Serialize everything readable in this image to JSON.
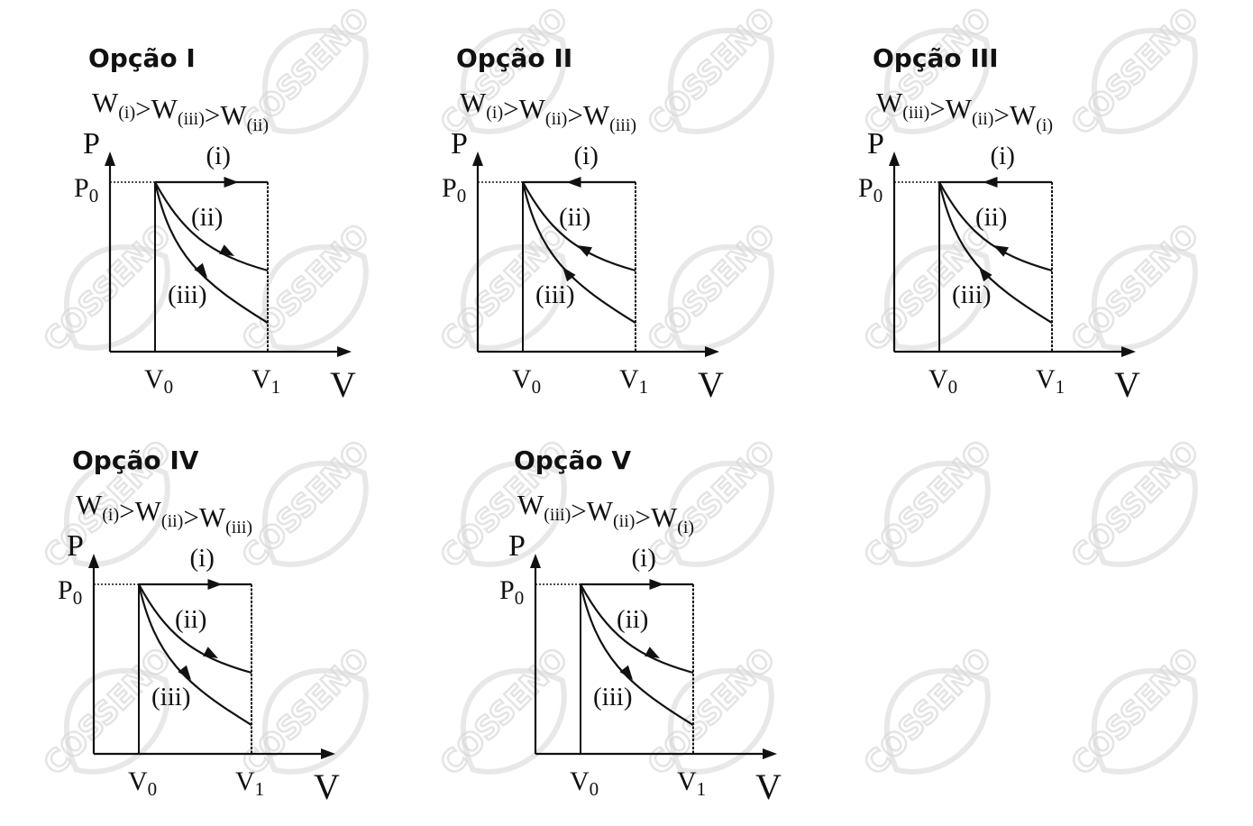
{
  "watermark": {
    "text": "COSSENO",
    "color": "#d9d9d9"
  },
  "axes": {
    "y_label": "P",
    "x_label": "V",
    "p0_label": "P",
    "p0_sub": "0",
    "v0_label": "V",
    "v0_sub": "0",
    "v1_label": "V",
    "v1_sub": "1"
  },
  "process_labels": {
    "i": "(i)",
    "ii": "(ii)",
    "iii": "(iii)"
  },
  "options": [
    {
      "title": "Opção I",
      "relation": [
        {
          "base": "W",
          "sub": "(i)"
        },
        {
          "op": ">"
        },
        {
          "base": "W",
          "sub": "(iii)"
        },
        {
          "op": ">"
        },
        {
          "base": "W",
          "sub": "(ii)"
        }
      ]
    },
    {
      "title": "Opção II",
      "relation": [
        {
          "base": "W",
          "sub": "(i)"
        },
        {
          "op": ">"
        },
        {
          "base": "W",
          "sub": "(ii)"
        },
        {
          "op": ">"
        },
        {
          "base": "W",
          "sub": "(iii)"
        }
      ]
    },
    {
      "title": "Opção III",
      "relation": [
        {
          "base": "W",
          "sub": "(iii)"
        },
        {
          "op": ">"
        },
        {
          "base": "W",
          "sub": "(ii)"
        },
        {
          "op": ">"
        },
        {
          "base": "W",
          "sub": "(i)"
        }
      ]
    },
    {
      "title": "Opção IV",
      "relation": [
        {
          "base": "W",
          "sub": "(i)"
        },
        {
          "op": ">"
        },
        {
          "base": "W",
          "sub": "(ii)"
        },
        {
          "op": ">"
        },
        {
          "base": "W",
          "sub": "(iii)"
        }
      ]
    },
    {
      "title": "Opção V",
      "relation": [
        {
          "base": "W",
          "sub": "(iii)"
        },
        {
          "op": ">"
        },
        {
          "base": "W",
          "sub": "(ii)"
        },
        {
          "op": ">"
        },
        {
          "base": "W",
          "sub": "(i)"
        }
      ]
    }
  ],
  "directions": [
    "expansion",
    "compression",
    "compression",
    "expansion",
    "expansion"
  ]
}
